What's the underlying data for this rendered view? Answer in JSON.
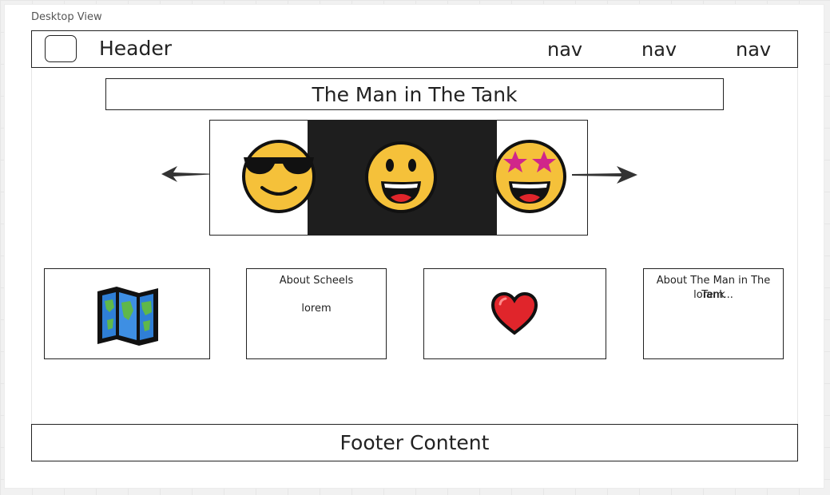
{
  "canvas": {
    "frame_label": "Desktop View"
  },
  "header": {
    "logo_icon": "rounded-square-logo",
    "title": "Header",
    "nav": [
      "nav",
      "nav",
      "nav"
    ]
  },
  "hero": {
    "title": "The Man in The Tank"
  },
  "carousel": {
    "slides": [
      "sunglasses-face",
      "grinning-face",
      "star-struck-face"
    ],
    "prev_icon": "arrow-left-icon",
    "next_icon": "arrow-right-icon"
  },
  "cards": [
    {
      "icon": "world-map-icon"
    },
    {
      "heading": "About Scheels",
      "body": "lorem"
    },
    {
      "icon": "red-heart-icon"
    },
    {
      "heading": "About The Man in The Tank",
      "body": "lorem..."
    }
  ],
  "footer": {
    "text": "Footer Content"
  },
  "colors": {
    "accent_dark": "#1e1e1e",
    "emoji_yellow": "#f5c13a",
    "heart_red": "#e0252b"
  }
}
